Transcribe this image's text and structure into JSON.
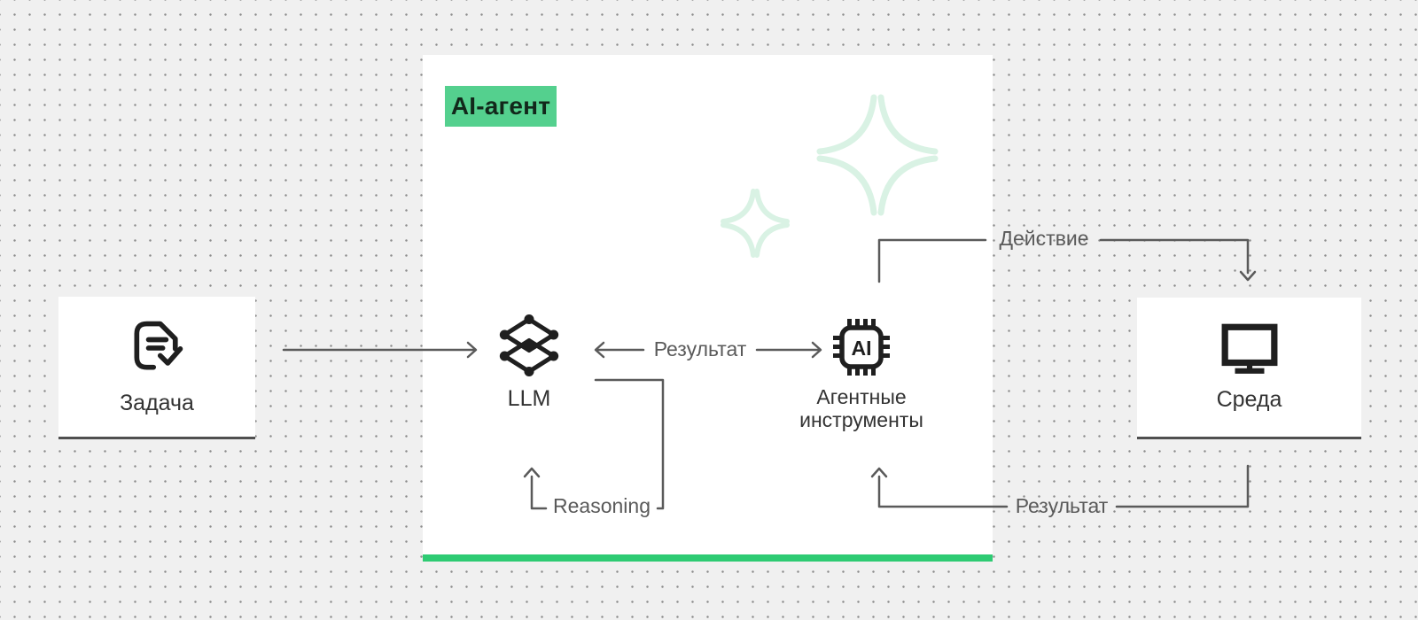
{
  "badge": {
    "label": "AI-агент",
    "bg": "#54d08e",
    "text_color": "#12281b"
  },
  "nodes": {
    "task": {
      "label": "Задача",
      "icon": "document-check-icon"
    },
    "llm": {
      "label": "LLM",
      "icon": "neural-network-icon"
    },
    "tools": {
      "label": "Агентные инструменты",
      "icon": "ai-chip-icon"
    },
    "env": {
      "label": "Среда",
      "icon": "monitor-icon"
    }
  },
  "chip_text": "AI",
  "edges": [
    {
      "from": "task",
      "to": "llm",
      "label": ""
    },
    {
      "from": "llm",
      "to": "tools",
      "label": "Результат",
      "bidirectional": true
    },
    {
      "from": "tools",
      "to": "env",
      "label": "Действие"
    },
    {
      "from": "env",
      "to": "tools",
      "label": "Результат"
    },
    {
      "from": "llm",
      "to": "llm",
      "label": "Reasoning"
    }
  ],
  "colors": {
    "background": "#f0f0f0",
    "dot": "#8c8c8c",
    "panel": "#ffffff",
    "accent_bar": "#2ecb73",
    "badge_green": "#54d08e",
    "sparkle": "#d9f2e4",
    "line": "#5a5a5a",
    "icon": "#1f1f1f",
    "node_text": "#333333",
    "box_border": "#4f4f4f"
  }
}
